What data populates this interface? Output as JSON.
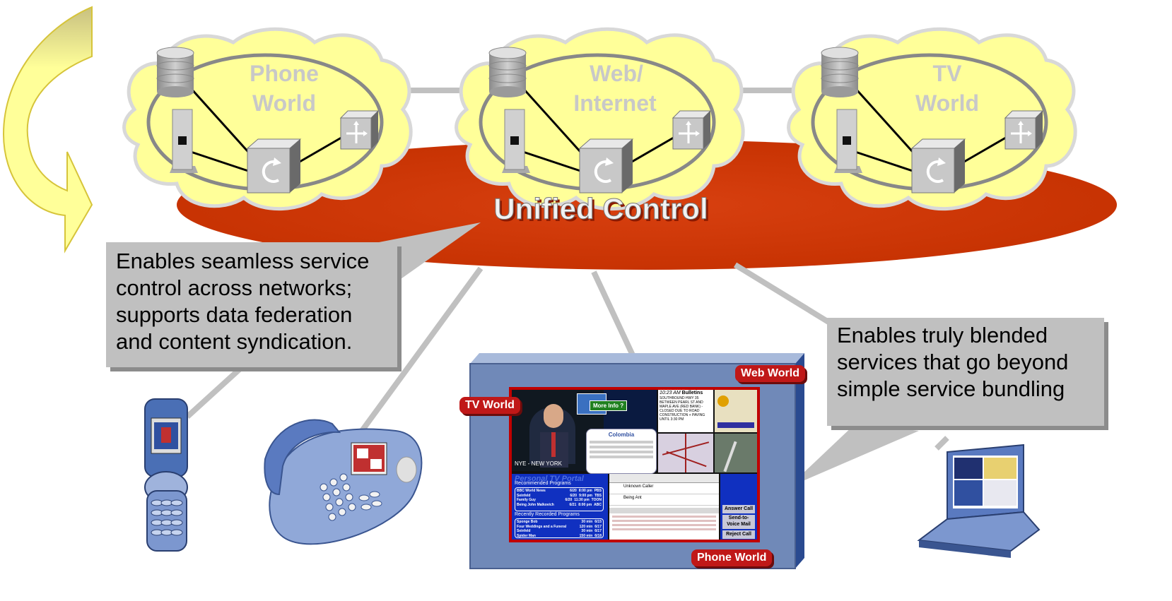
{
  "clouds": [
    {
      "label_line1": "Phone",
      "label_line2": "World"
    },
    {
      "label_line1": "Web/",
      "label_line2": "Internet"
    },
    {
      "label_line1": "TV",
      "label_line2": "World"
    }
  ],
  "unified_control": "Unified Control",
  "callouts": {
    "left_lines": [
      "Enables seamless service",
      "control across networks;",
      "supports data federation",
      "and content syndication."
    ],
    "right_lines": [
      "Enables truly blended",
      "services that go beyond",
      "simple service bundling"
    ]
  },
  "tv_portal": {
    "tag_tv": "TV World",
    "tag_web": "Web World",
    "tag_phone": "Phone World",
    "more_info": "More Info ?",
    "country": "Colombia",
    "bulletin_time": "10:23 AM",
    "bulletin_title": "Bulletins",
    "bulletin_text": "SOUTHBOUND HWY 35 BETWEEN PEARL ST AND MAPLE AVE (RED BANK) - CLOSED DUE TO ROAD CONSTRUCTION + PAVING UNTIL 3:30 PM",
    "portal_title": "Personal TV Portal",
    "recommended_header": "Recommended Programs",
    "recommended": [
      [
        "BBC World News",
        "6/20",
        "8:00 pm",
        "PBS"
      ],
      [
        "Seinfeld",
        "6/20",
        "9:00 pm",
        "TBS"
      ],
      [
        "Family Guy",
        "6/20",
        "11:30 pm",
        "TOON"
      ],
      [
        "Being John Malkovich",
        "6/21",
        "8:00 pm",
        "ABC"
      ]
    ],
    "recorded_header": "Recently Recorded Programs",
    "recorded": [
      [
        "Sponge Bob",
        "30 min",
        "6/15"
      ],
      [
        "Four Weddings and a Funeral",
        "120 min",
        "6/17"
      ],
      [
        "Seinfeld",
        "30 min",
        "6/17"
      ],
      [
        "Spider Man",
        "150 min",
        "6/18"
      ]
    ],
    "caller_unknown": "Unknown Caller",
    "caller_away": "Being Ant",
    "call_buttons": [
      "Answer Call",
      "Send-to-Voice Mail",
      "Reject Call"
    ]
  },
  "colors": {
    "cloud_fill": "#ffff99",
    "ellipse": "#cc3300",
    "callout": "#c0c0c0",
    "monitor": "#7089b8",
    "arrow": "#ffff99"
  }
}
